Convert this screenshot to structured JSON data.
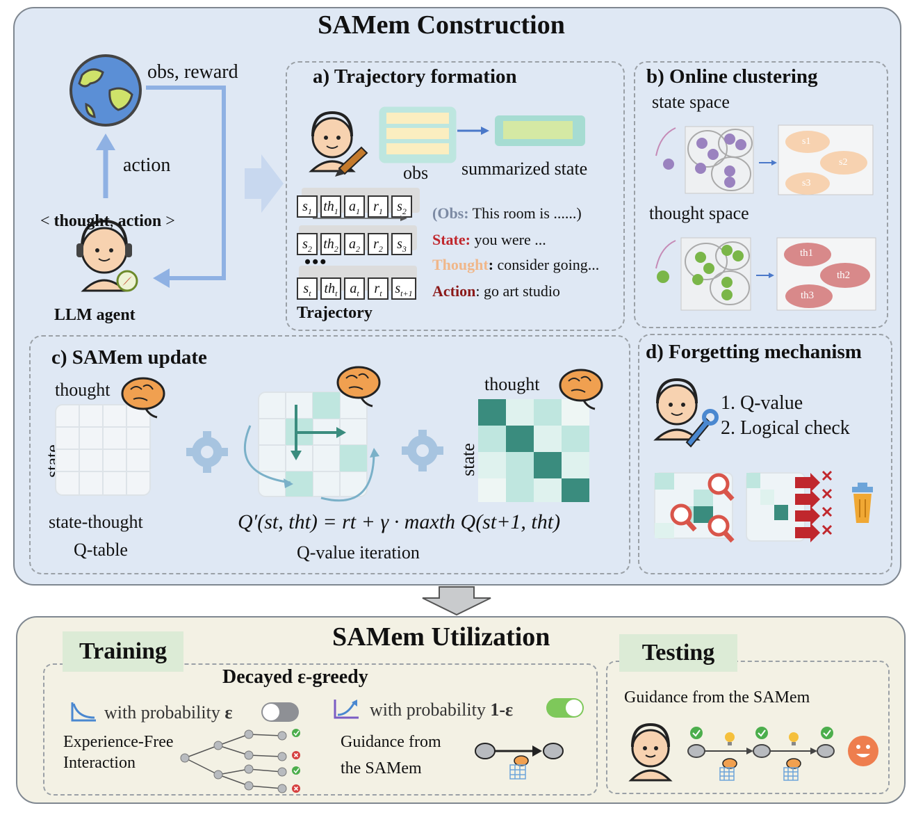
{
  "construction": {
    "title": "SAMem Construction",
    "env": {
      "obs_reward": "obs, reward",
      "action": "action",
      "thought_action_open": "< ",
      "thought": "thought",
      "comma": ", ",
      "action_word": "action",
      "thought_action_close": " >",
      "agent_label": "LLM agent"
    },
    "a": {
      "title": "a) Trajectory formation",
      "obs": "obs",
      "summarized_state": "summarized state",
      "trajectory": "Trajectory",
      "ellipsis": "•••",
      "rows": [
        [
          "s1",
          "th1",
          "a1",
          "r1",
          "s2"
        ],
        [
          "s2",
          "th2",
          "a2",
          "r2",
          "s3"
        ],
        [
          "st",
          "tht",
          "at",
          "rt",
          "st+1"
        ]
      ],
      "obs_key": "(Obs:",
      "obs_val": " This room is ......)",
      "state_key": "State:",
      "state_val": " you were ...",
      "thought_key": "Thought",
      "thought_colon": ":",
      "thought_val": " consider going...",
      "action_key": "Action",
      "action_val": ": go art studio"
    },
    "b": {
      "title": "b) Online clustering",
      "state_space": "state space",
      "thought_space": "thought space",
      "state_clusters": [
        "s1",
        "s2",
        "s3"
      ],
      "thought_clusters": [
        "th1",
        "th2",
        "th3"
      ]
    },
    "c": {
      "title": "c) SAMem update",
      "thought1": "thought",
      "state1": "state",
      "qtable_line1": "state-thought",
      "qtable_line2": "Q-table",
      "thought2": "thought",
      "state2": "state",
      "formula": "Q′(st, tht) = rt + γ · maxth Q(st+1, tht)",
      "iteration": "Q-value iteration"
    },
    "d": {
      "title": "d) Forgetting mechanism",
      "item1": "1. Q-value",
      "item2": "2. Logical check"
    }
  },
  "utilization": {
    "title": "SAMem Utilization",
    "training": {
      "tag": "Training",
      "heading": "Decayed ε-greedy",
      "prob_eps_text": "with probability ",
      "prob_eps_sym": "ε",
      "prob_1eps_text": "with probability ",
      "prob_1eps_sym": "1-ε",
      "free_line1": "Experience-Free",
      "free_line2": "Interaction",
      "guide_line1": "Guidance from",
      "guide_line2": "the SAMem"
    },
    "testing": {
      "tag": "Testing",
      "guidance": "Guidance from the SAMem"
    }
  },
  "colors": {
    "construction_bg": "#dfe8f4",
    "utilization_bg": "#f3f1e4",
    "tag_bg": "#dcebd6",
    "teal_dark": "#3a8c7e",
    "teal_light": "#bfe6df",
    "arrow_blue": "#8fb1e3",
    "purple": "#9a82bf",
    "green": "#7ab648",
    "pink": "#d8898a",
    "peach": "#f7d2b0",
    "state_red": "#c0272d",
    "thought_orange": "#f0b78a",
    "action_darkred": "#8b1a1a"
  },
  "icons": [
    "globe-icon",
    "robot-agent-icon",
    "compass-icon",
    "pencil-icon",
    "brain-icon",
    "gear-icon",
    "magnifier-icon",
    "wrench-icon",
    "trash-icon",
    "toggle-icon",
    "check-icon",
    "cross-icon",
    "bulb-icon",
    "smiley-icon"
  ]
}
